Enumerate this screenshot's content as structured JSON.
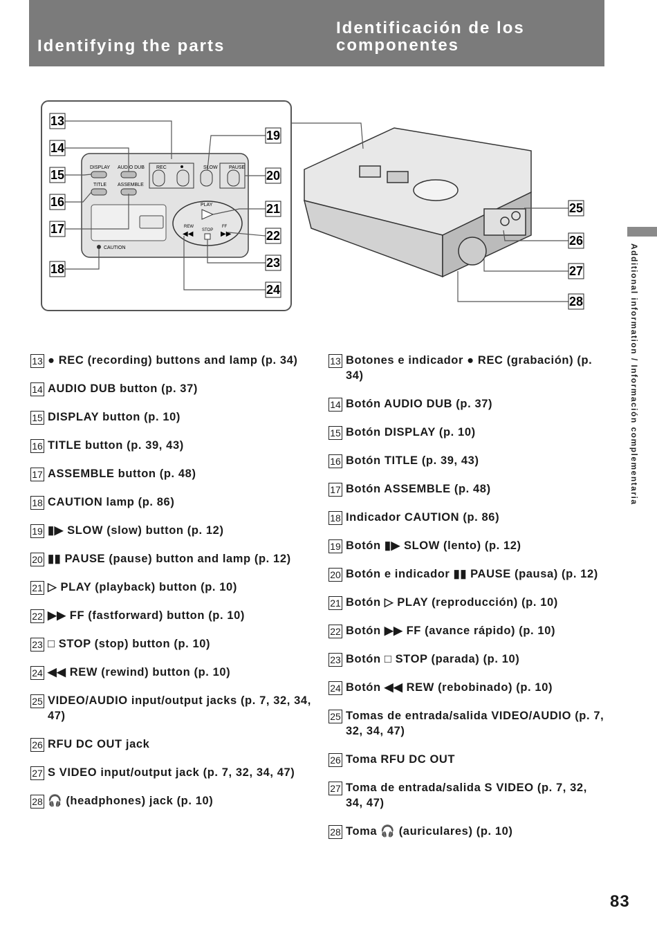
{
  "header": {
    "title_en": "Identifying the parts",
    "title_es_line1": "Identificación de los",
    "title_es_line2": "componentes"
  },
  "diagram": {
    "panel_labels": {
      "display": "DISPLAY",
      "audio_dub": "AUDIO DUB",
      "rec": "REC",
      "slow": "SLOW",
      "pause": "PAUSE",
      "title": "TITLE",
      "assemble": "ASSEMBLE",
      "play": "PLAY",
      "rew": "REW",
      "stop": "STOP",
      "ff": "FF",
      "caution": "CAUTION"
    },
    "callouts": [
      "13",
      "14",
      "15",
      "16",
      "17",
      "18",
      "19",
      "20",
      "21",
      "22",
      "23",
      "24",
      "25",
      "26",
      "27",
      "28"
    ]
  },
  "list_en": [
    {
      "num": "13",
      "text": "● REC (recording) buttons and lamp (p. 34)"
    },
    {
      "num": "14",
      "text": "AUDIO DUB button (p. 37)"
    },
    {
      "num": "15",
      "text": "DISPLAY button (p. 10)"
    },
    {
      "num": "16",
      "text": "TITLE button (p. 39, 43)"
    },
    {
      "num": "17",
      "text": "ASSEMBLE button (p. 48)"
    },
    {
      "num": "18",
      "text": "CAUTION lamp (p. 86)"
    },
    {
      "num": "19",
      "text": "▮▶ SLOW (slow) button (p. 12)"
    },
    {
      "num": "20",
      "text": "▮▮ PAUSE (pause) button and lamp (p. 12)"
    },
    {
      "num": "21",
      "text": "▷ PLAY (playback) button (p. 10)"
    },
    {
      "num": "22",
      "text": "▶▶ FF (fastforward) button (p. 10)"
    },
    {
      "num": "23",
      "text": "□ STOP (stop) button (p. 10)"
    },
    {
      "num": "24",
      "text": "◀◀ REW (rewind) button (p. 10)"
    },
    {
      "num": "25",
      "text": "VIDEO/AUDIO input/output jacks (p. 7, 32, 34, 47)"
    },
    {
      "num": "26",
      "text": "RFU DC OUT jack"
    },
    {
      "num": "27",
      "text": "S VIDEO input/output jack (p. 7, 32, 34, 47)"
    },
    {
      "num": "28",
      "text": "🎧 (headphones) jack (p. 10)"
    }
  ],
  "list_es": [
    {
      "num": "13",
      "text": "Botones e indicador ● REC (grabación) (p. 34)"
    },
    {
      "num": "14",
      "text": "Botón AUDIO DUB (p. 37)"
    },
    {
      "num": "15",
      "text": "Botón DISPLAY (p. 10)"
    },
    {
      "num": "16",
      "text": "Botón TITLE (p. 39, 43)"
    },
    {
      "num": "17",
      "text": "Botón ASSEMBLE (p. 48)"
    },
    {
      "num": "18",
      "text": "Indicador CAUTION (p. 86)"
    },
    {
      "num": "19",
      "text": "Botón ▮▶ SLOW (lento) (p. 12)"
    },
    {
      "num": "20",
      "text": "Botón e indicador ▮▮ PAUSE (pausa) (p. 12)"
    },
    {
      "num": "21",
      "text": "Botón ▷ PLAY (reproducción) (p. 10)"
    },
    {
      "num": "22",
      "text": "Botón ▶▶ FF (avance rápido) (p. 10)"
    },
    {
      "num": "23",
      "text": "Botón □ STOP (parada) (p. 10)"
    },
    {
      "num": "24",
      "text": "Botón ◀◀ REW (rebobinado) (p. 10)"
    },
    {
      "num": "25",
      "text": "Tomas de entrada/salida VIDEO/AUDIO (p. 7, 32, 34, 47)"
    },
    {
      "num": "26",
      "text": "Toma RFU DC OUT"
    },
    {
      "num": "27",
      "text": "Toma de entrada/salida S VIDEO (p. 7, 32, 34, 47)"
    },
    {
      "num": "28",
      "text": "Toma 🎧 (auriculares) (p. 10)"
    }
  ],
  "side_tab": "Additional information / Información complementaria",
  "page_number": "83",
  "colors": {
    "header_bg": "#7b7b7b",
    "header_text": "#ffffff",
    "side_bar": "#8a8a8a"
  }
}
